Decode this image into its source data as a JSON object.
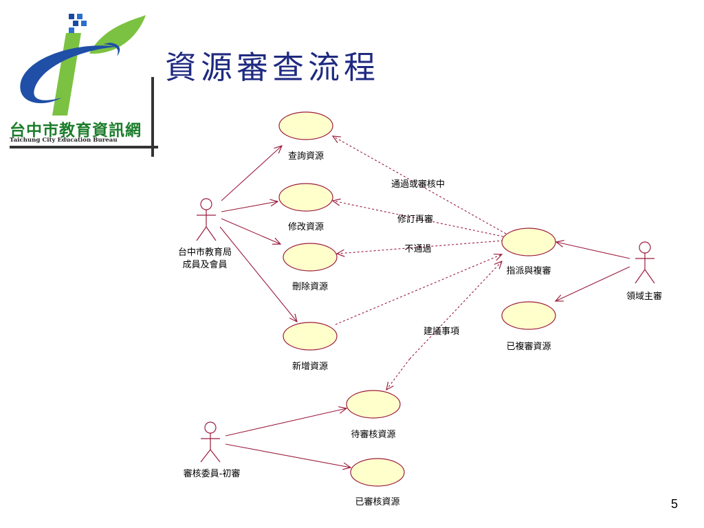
{
  "slide": {
    "title": "資源審查流程",
    "page_number": "5"
  },
  "logo": {
    "name": "台中市教育資訊網",
    "subtitle": "Taichung City Education Bureau"
  },
  "diagram": {
    "actors": [
      {
        "id": "member",
        "label_lines": [
          "台中市教育局",
          "成員及會員"
        ]
      },
      {
        "id": "domain-chief",
        "label_lines": [
          "領域主審"
        ]
      },
      {
        "id": "reviewer",
        "label_lines": [
          "審核委員-初審"
        ]
      }
    ],
    "use_cases": [
      {
        "id": "query",
        "label": "查詢資源"
      },
      {
        "id": "modify",
        "label": "修改資源"
      },
      {
        "id": "delete",
        "label": "刪除資源"
      },
      {
        "id": "add",
        "label": "新增資源"
      },
      {
        "id": "assign",
        "label": "指派與複審"
      },
      {
        "id": "reviewed-final",
        "label": "已複審資源"
      },
      {
        "id": "pending",
        "label": "待審核資源"
      },
      {
        "id": "reviewed",
        "label": "已審核資源"
      }
    ],
    "edge_labels": {
      "passed": "通過或審核中",
      "revise": "修訂再審",
      "rejected": "不通過",
      "suggest": "建議事項"
    },
    "colors": {
      "ellipse_fill": "#ffffcc",
      "line": "#9b1b3c",
      "title": "#1f2a80"
    }
  }
}
